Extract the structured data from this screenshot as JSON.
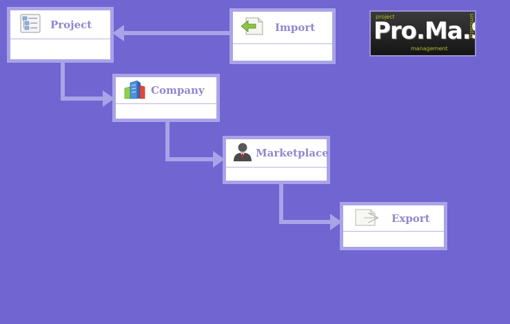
{
  "nodes": {
    "project": {
      "label": "Project"
    },
    "import": {
      "label": "Import"
    },
    "company": {
      "label": "Company"
    },
    "marketplace": {
      "label": "Marketplace"
    },
    "export": {
      "label": "Export"
    }
  },
  "logo": {
    "main": "Pro.Ma.S",
    "top": "project",
    "bottom": "management",
    "side": "simulator"
  },
  "colors": {
    "background": "#7065d1",
    "node_border": "#a9a3e8",
    "label": "#8f88cf",
    "connector": "#a9a3e8"
  },
  "icons": {
    "project": "document-list-icon",
    "import": "import-arrow-icon",
    "company": "buildings-icon",
    "marketplace": "user-silhouette-icon",
    "export": "export-document-icon"
  }
}
